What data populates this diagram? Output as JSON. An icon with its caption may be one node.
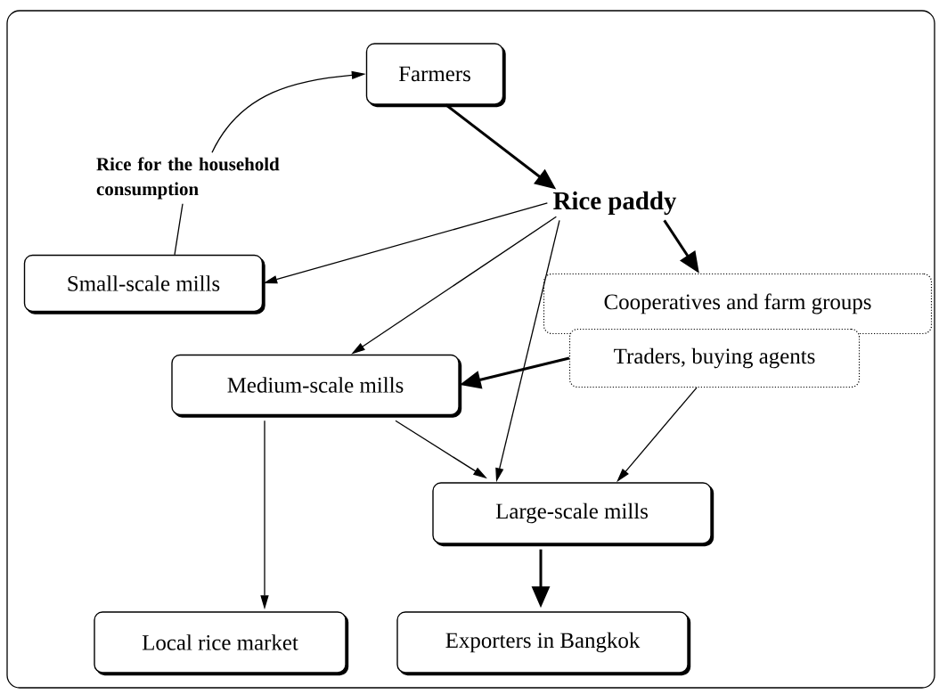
{
  "diagram": {
    "nodes": [
      {
        "text": [
          "Farmers"
        ]
      },
      {
        "text": [
          "Rice paddy"
        ]
      },
      {
        "text": [
          "Rice for the household consumption"
        ]
      },
      {
        "text": [
          "Small-scale mills"
        ]
      },
      {
        "text": [
          "Cooperatives and farm groups"
        ]
      },
      {
        "text": [
          "Traders, buying agents"
        ]
      },
      {
        "text": [
          "Medium-scale mills"
        ]
      },
      {
        "text": [
          "Large-scale mills"
        ]
      },
      {
        "text": [
          "Local rice market"
        ]
      },
      {
        "text": [
          "Exporters in Bangkok"
        ]
      }
    ],
    "edges": [
      {
        "from": 0,
        "to": 1,
        "arrow": "to",
        "style": "thick"
      },
      {
        "from": 2,
        "to": 0,
        "arrow": "to"
      },
      {
        "from": 3,
        "to": 2,
        "arrow": "none"
      },
      {
        "from": 1,
        "to": 3,
        "arrow": "to"
      },
      {
        "from": 1,
        "to": 6,
        "arrow": "to"
      },
      {
        "from": 1,
        "to": 7,
        "arrow": "to"
      },
      {
        "from": 1,
        "to": 4,
        "arrow": "to",
        "style": "thick"
      },
      {
        "from": 5,
        "to": 6,
        "arrow": "to",
        "style": "thick"
      },
      {
        "from": 5,
        "to": 7,
        "arrow": "to"
      },
      {
        "from": 6,
        "to": 7,
        "arrow": "to"
      },
      {
        "from": 6,
        "to": 8,
        "arrow": "to"
      },
      {
        "from": 7,
        "to": 9,
        "arrow": "to",
        "style": "thick"
      }
    ]
  }
}
